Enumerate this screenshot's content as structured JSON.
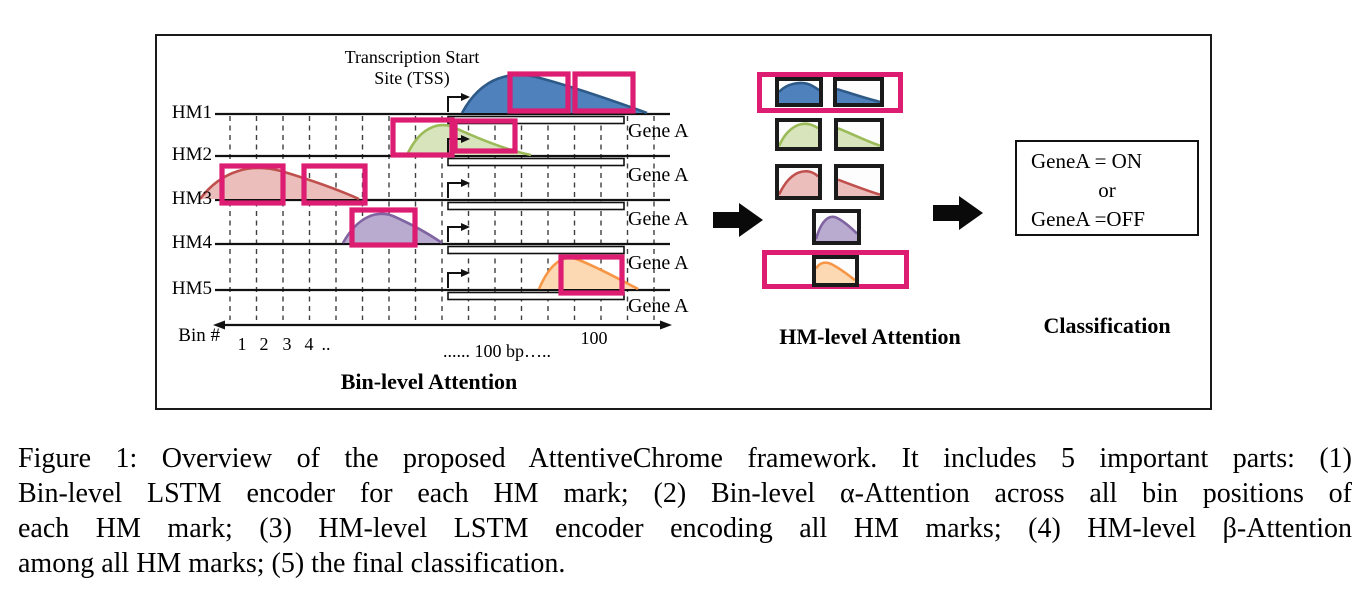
{
  "figure": {
    "tss": {
      "line1": "Transcription Start",
      "line2": "Site (TSS)"
    },
    "rows": [
      {
        "label": "HM1",
        "gene": "Gene A"
      },
      {
        "label": "HM2",
        "gene": "Gene A"
      },
      {
        "label": "HM3",
        "gene": "Gene A"
      },
      {
        "label": "HM4",
        "gene": "Gene A"
      },
      {
        "label": "HM5",
        "gene": "Gene A"
      }
    ],
    "bin_axis": {
      "label": "Bin #",
      "t1": "1",
      "t2": "2",
      "t3": "3",
      "t4": "4",
      "t5": "..",
      "t100": "100",
      "scale": "...... 100 bp….."
    },
    "titles": {
      "bin": "Bin-level Attention",
      "hm": "HM-level Attention",
      "cls": "Classification"
    },
    "classification": {
      "on": "GeneA = ON",
      "or": "or",
      "off": "GeneA =OFF"
    }
  },
  "colors": {
    "pink": "#dd1d72",
    "black_box": "#1b1b1b",
    "hm1": {
      "stroke": "#2e5a88",
      "fill": "#4f81bd"
    },
    "hm2": {
      "stroke": "#9bbb59",
      "fill": "#d7e4bc"
    },
    "hm3": {
      "stroke": "#c0504d",
      "fill": "#ebbdbb"
    },
    "hm4": {
      "stroke": "#8064a2",
      "fill": "#b9abcf"
    },
    "hm5": {
      "stroke": "#f79646",
      "fill": "#fcd9b2"
    }
  },
  "caption": {
    "l1": "Figure 1: Overview of the proposed AttentiveChrome framework. It includes 5 important parts: (1)",
    "l2": "Bin-level LSTM encoder for each HM mark; (2) Bin-level α-Attention across all bin positions of",
    "l3": "each HM mark; (3) HM-level LSTM encoder encoding all HM marks; (4) HM-level β-Attention",
    "l4": "among all HM marks; (5) the final classification."
  }
}
